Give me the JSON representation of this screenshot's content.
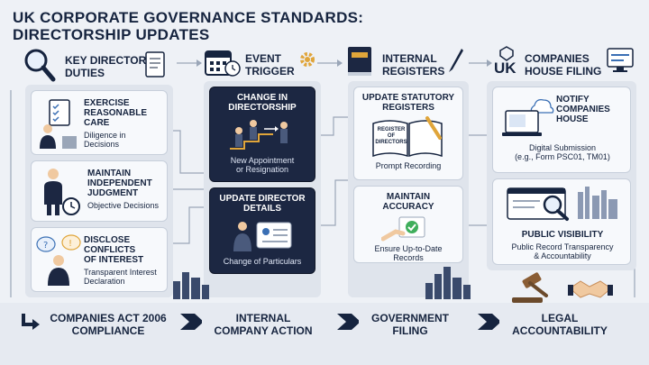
{
  "title": {
    "line1": "UK Corporate Governance Standards:",
    "line2": "Directorship Updates"
  },
  "columns": [
    {
      "heading_line1": "Key Director",
      "heading_line2": "Duties",
      "icon": "magnifier-icon",
      "cards": [
        {
          "title_lines": [
            "Exercise",
            "Reasonable",
            "Care"
          ],
          "subtitle_lines": [
            "Diligence in",
            "Decisions"
          ]
        },
        {
          "title_lines": [
            "Maintain",
            "Independent",
            "Judgment"
          ],
          "subtitle_lines": [
            "Objective Decisions"
          ]
        },
        {
          "title_lines": [
            "Disclose",
            "Conflicts",
            "of Interest"
          ],
          "subtitle_lines": [
            "Transparent Interest",
            "Declaration"
          ]
        }
      ]
    },
    {
      "heading_line1": "Event",
      "heading_line2": "Trigger",
      "icon": "calendar-gear-icon",
      "cards": [
        {
          "title_lines": [
            "Change in",
            "Directorship"
          ],
          "subtitle_lines": [
            "New Appointment",
            "or Resignation"
          ]
        },
        {
          "title_lines": [
            "Update Director",
            "Details"
          ],
          "subtitle_lines": [
            "Change of Particulars"
          ]
        }
      ]
    },
    {
      "heading_line1": "Internal",
      "heading_line2": "Registers",
      "icon": "book-pen-icon",
      "book_label": "Register of Directors",
      "cards": [
        {
          "title_lines": [
            "Update Statutory",
            "Registers"
          ],
          "subtitle_lines": [
            "Prompt Recording"
          ],
          "inner_label": [
            "Register of",
            "Directors"
          ]
        },
        {
          "title_lines": [
            "Maintain",
            "Accuracy"
          ],
          "subtitle_lines": [
            "Ensure Up-to-Date",
            "Records"
          ]
        }
      ]
    },
    {
      "heading_line1": "Companies",
      "heading_line2": "House Filing",
      "icon": "uk-crest-icon",
      "uk_label": "UK",
      "cards": [
        {
          "title_lines": [
            "Notify",
            "Companies",
            "House"
          ],
          "subtitle_lines": [
            "Digital Submission",
            "(e.g., Form PSC01, TM01)"
          ]
        },
        {
          "title_lines": [
            "Public Visibility"
          ],
          "subtitle_lines": [
            "Public Record Transparency",
            "& Accountability"
          ]
        }
      ]
    }
  ],
  "flow": [
    {
      "lines": [
        "Companies Act 2006",
        "Compliance"
      ]
    },
    {
      "lines": [
        "Internal",
        "Company Action"
      ]
    },
    {
      "lines": [
        "Government",
        "Filing"
      ]
    },
    {
      "lines": [
        "Legal",
        "Accountability"
      ]
    }
  ],
  "colors": {
    "navy": "#16243f",
    "dark_card": "#1c2742",
    "panel": "#dfe4ec",
    "accent_gold": "#e0a53a",
    "accent_blue": "#3a6fb4"
  }
}
